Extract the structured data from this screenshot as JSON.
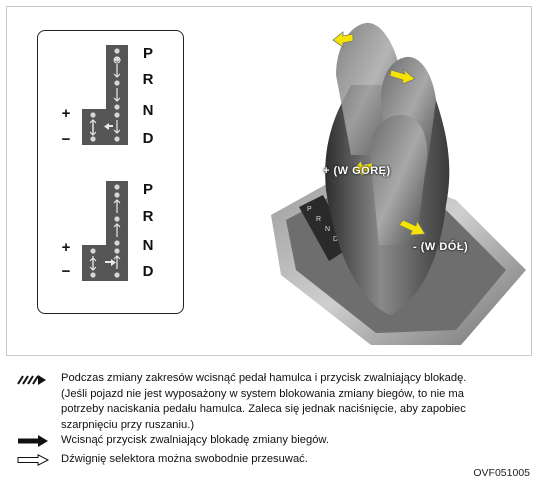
{
  "diagram": {
    "upper": {
      "gears": [
        "P",
        "R",
        "N",
        "D"
      ],
      "plus": "+",
      "minus": "−"
    },
    "lower": {
      "gears": [
        "P",
        "R",
        "N",
        "D"
      ],
      "plus": "+",
      "minus": "−"
    }
  },
  "photo": {
    "label_up": "+ (W GÓRĘ)",
    "label_down": "- (W DÓŁ)",
    "colors": {
      "arrow": "#f5e400"
    }
  },
  "legend": {
    "items": [
      {
        "icon": "hatched-arrow-icon",
        "text": [
          "Podczas zmiany zakresów wcisnąć pedał hamulca i przycisk zwalniający blokadę.",
          "(Jeśli pojazd nie jest wyposażony w system blokowania zmiany biegów, to nie ma",
          "potrzeby naciskania pedału hamulca. Zaleca się jednak naciśnięcie, aby zapobiec",
          "szarpnięciu przy ruszaniu.)"
        ]
      },
      {
        "icon": "solid-arrow-icon",
        "text": [
          "Wcisnąć przycisk zwalniający blokadę zmiany biegów."
        ]
      },
      {
        "icon": "outline-arrow-icon",
        "text": [
          "Dźwignię selektora można swobodnie przesuwać."
        ]
      }
    ]
  },
  "footer": {
    "code": "OVF051005"
  }
}
